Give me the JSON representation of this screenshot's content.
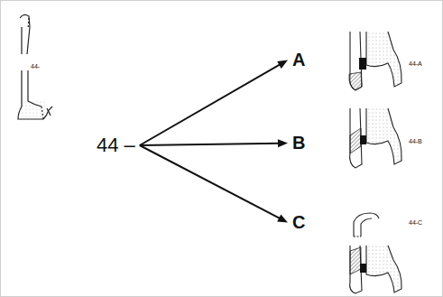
{
  "diagram": {
    "nodes": [
      {
        "text": [
          "44 –"
        ]
      },
      {
        "text": [
          "A"
        ]
      },
      {
        "text": [
          "B"
        ]
      },
      {
        "text": [
          "C"
        ]
      }
    ],
    "edges": [
      {
        "from": 0,
        "to": 1,
        "arrow": "to"
      },
      {
        "from": 0,
        "to": 2,
        "arrow": "to"
      },
      {
        "from": 0,
        "to": 3,
        "arrow": "to"
      }
    ],
    "labels": [
      "44-",
      "44-A",
      "44-B",
      "44-C"
    ]
  }
}
